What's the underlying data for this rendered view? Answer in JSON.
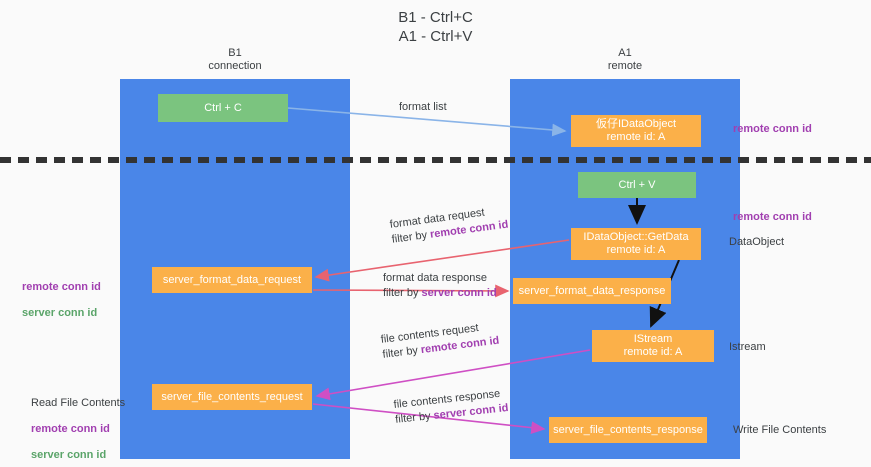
{
  "title": "B1 - Ctrl+C\nA1 - Ctrl+V",
  "columns": [
    {
      "id": "b1",
      "label": "B1\nconnection"
    },
    {
      "id": "a1",
      "label": "A1\nremote"
    }
  ],
  "nodes": {
    "ctrl_c": "Ctrl + C",
    "idataobject": "仮仔IDataObject\nremote id: A",
    "ctrl_v": "Ctrl + V",
    "getdata": "IDataObject::GetData\nremote id: A",
    "server_format_data_request": "server_format_data_request",
    "server_format_data_response": "server_format_data_response",
    "istream": "IStream\nremote id: A",
    "server_file_contents_request": "server_file_contents_request",
    "server_file_contents_response": "server_file_contents_response"
  },
  "edges": {
    "format_list": "format list",
    "format_data_request": "format data request",
    "format_data_request_filter_prefix": "filter by ",
    "format_data_request_filter_key": "remote conn id",
    "format_data_response": "format data response",
    "format_data_response_filter_prefix": "filter by ",
    "format_data_response_filter_key": "server conn id",
    "file_contents_request": "file contents request",
    "file_contents_request_filter_prefix": "filter by ",
    "file_contents_request_filter_key": "remote conn id",
    "file_contents_response": "file contents response",
    "file_contents_response_filter_prefix": "filter by ",
    "file_contents_response_filter_key": "server conn id"
  },
  "annotations": {
    "right_remote_conn_id_top": "remote conn id",
    "right_remote_conn_id_mid": "remote conn id",
    "right_dataobject": "DataObject",
    "right_istream": "Istream",
    "right_write_file_contents": "Write File Contents",
    "left_remote_conn_id": "remote conn id",
    "left_server_conn_id": "server conn id",
    "left_read_file_contents": "Read File Contents",
    "left_remote_conn_id_2": "remote conn id",
    "left_server_conn_id_2": "server conn id"
  },
  "colors": {
    "lane": "#4a86e8",
    "node_green": "#7bc47f",
    "node_orange": "#fbb049",
    "purple": "#a13fb0",
    "green_text": "#5aa469",
    "arrow_blue": "#8ab4e8",
    "arrow_red": "#e8636f",
    "arrow_magenta": "#cf4fc4",
    "arrow_black": "#000000",
    "background": "#fafafa"
  }
}
